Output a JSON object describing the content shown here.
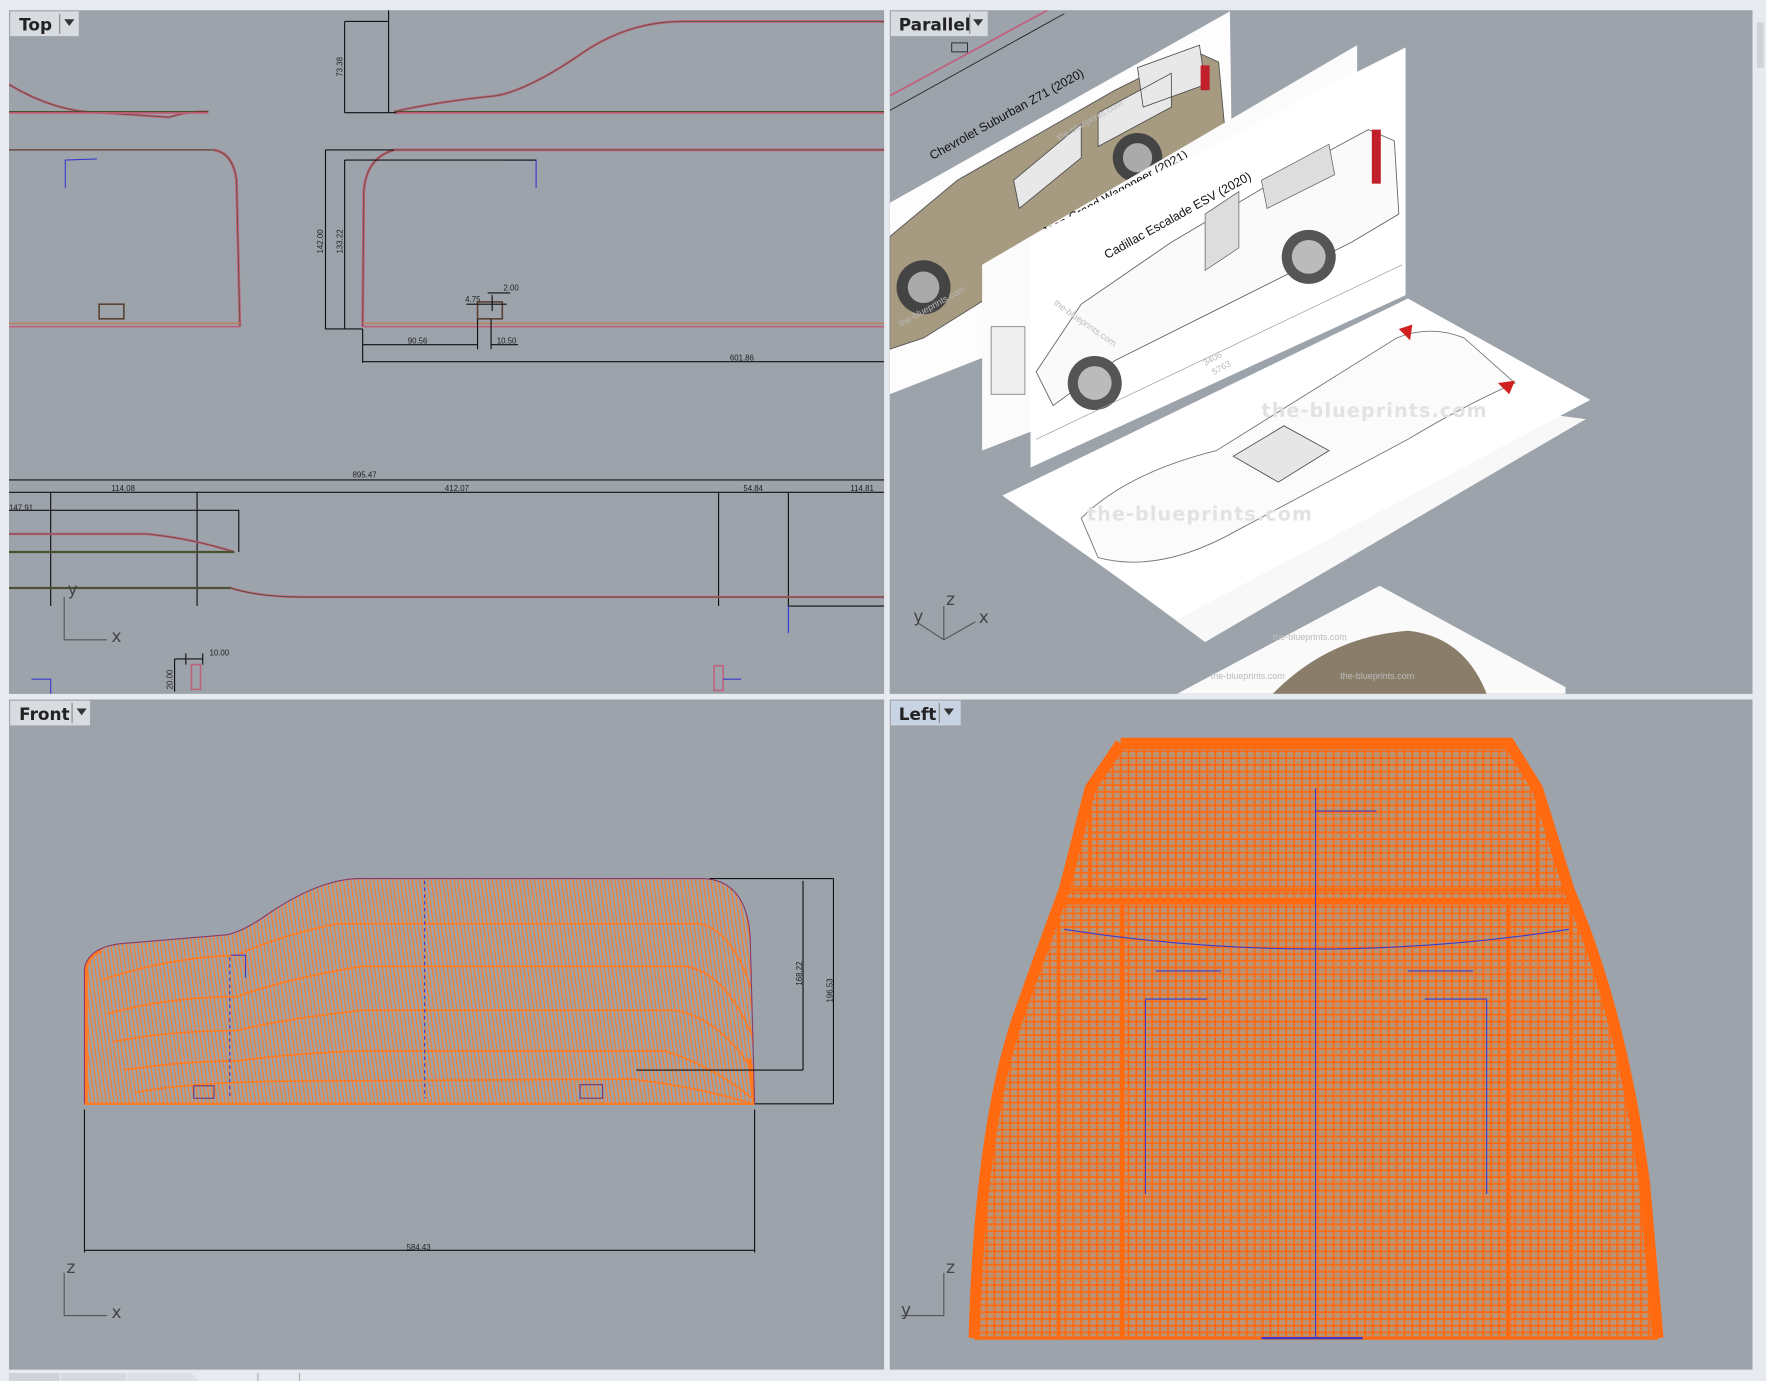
{
  "viewports": {
    "top": {
      "label": "Top",
      "axis_x": "x",
      "axis_y": "y"
    },
    "parallel": {
      "label": "Parallel",
      "axis_x": "x",
      "axis_y": "y",
      "axis_z": "z"
    },
    "front": {
      "label": "Front",
      "axis_x": "x",
      "axis_z": "z"
    },
    "left": {
      "label": "Left",
      "axis_y": "y",
      "axis_z": "z"
    }
  },
  "top_dimensions": {
    "d73_38": "73.38",
    "d142_00": "142.00",
    "d133_22": "133.22",
    "d2_00": "2.00",
    "d4_75": "4.75",
    "d90_56": "90.56",
    "d10_50": "10.50",
    "d601_86": "601.86",
    "d895_47": "895.47",
    "d114_08": "114.08",
    "d412_07": "412.07",
    "d54_84": "54.84",
    "d114_81": "114.81",
    "d147_91": "147.91",
    "d10_00": "10.00",
    "d20_00": "20.00"
  },
  "front_dimensions": {
    "d168_22": "168.22",
    "d196_53": "196.53",
    "d584_43": "584.43"
  },
  "blueprints": {
    "sheet1_title": "Chevrolet Suburban Z71 (2020)",
    "sheet2_title": "Jeep Grand Wagoneer (2021)",
    "sheet3_title": "Cadillac Escalade ESV (2020)",
    "watermark": "the-blueprints.com",
    "dim_a": "3406",
    "dim_b": "5763"
  },
  "colors": {
    "viewport_bg": "#9ca3ab",
    "mesh_orange": "#ff6a10",
    "curve_pink": "#c0607a",
    "dim_black": "#111111",
    "construction_blue": "#3a3ad0"
  }
}
